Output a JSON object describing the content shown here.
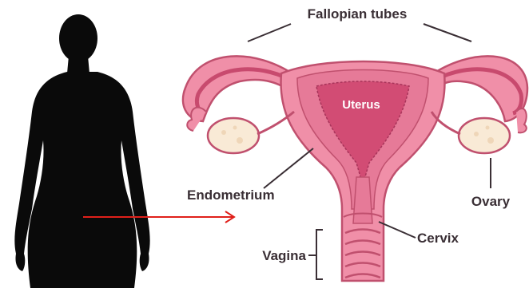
{
  "labels": {
    "fallopian_tubes": "Fallopian tubes",
    "uterus": "Uterus",
    "endometrium": "Endometrium",
    "ovary": "Ovary",
    "cervix": "Cervix",
    "vagina": "Vagina"
  },
  "colors": {
    "silhouette": "#0a0a0a",
    "arrow": "#e0201a",
    "outer_pink": "#f08fa8",
    "outline": "#c0506e",
    "inner_dark": "#c84a6e",
    "uterus_cavity": "#d24c74",
    "ovary_fill": "#f9ead6",
    "leader_line": "#3a2f35"
  }
}
